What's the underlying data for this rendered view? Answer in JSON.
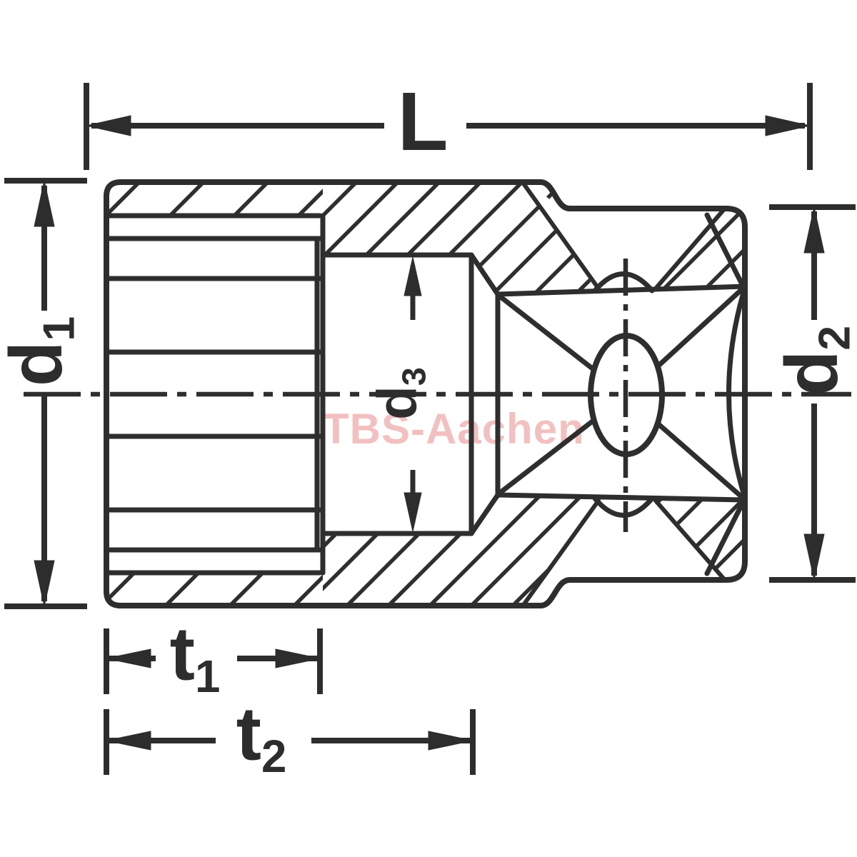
{
  "title": "Socket technical drawing",
  "watermark": {
    "text": "TBS-Aachen",
    "color": "#f0b6b6"
  },
  "labels": {
    "length": {
      "main": "L",
      "sub": ""
    },
    "d1": {
      "main": "d",
      "sub": "1"
    },
    "d2": {
      "main": "d",
      "sub": "2"
    },
    "d3": {
      "main": "d",
      "sub": "3"
    },
    "t1": {
      "main": "t",
      "sub": "1"
    },
    "t2": {
      "main": "t",
      "sub": "2"
    }
  },
  "colors": {
    "line": "#2e2e2e",
    "background": "#ffffff",
    "watermark": "#f0b6b6"
  }
}
